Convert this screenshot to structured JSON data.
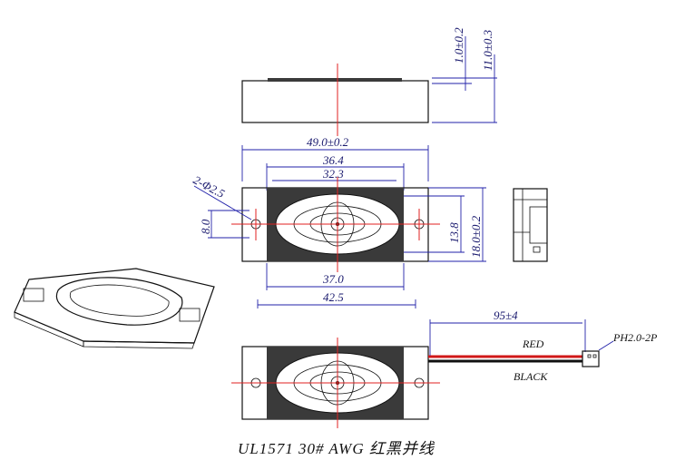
{
  "dimensions": {
    "top_thickness": "1.0±0.2",
    "total_height": "11.0±0.3",
    "overall_length": "49.0±0.2",
    "length_36": "36.4",
    "length_32": "32.3",
    "holes": "2-Φ2.5",
    "hole_spacing_v": "8.0",
    "width_13": "13.8",
    "width_18": "18.0±0.2",
    "length_37": "37.0",
    "length_42": "42.5",
    "wire_length": "95±4"
  },
  "labels": {
    "connector": "PH2.0-2P",
    "red_wire": "RED",
    "black_wire": "BLACK"
  },
  "caption": "UL1571  30#    AWG    红黑并线",
  "colors": {
    "centerline": "#e02020",
    "dimension": "#2222aa",
    "red_wire": "#d01818",
    "black_wire": "#111111"
  }
}
